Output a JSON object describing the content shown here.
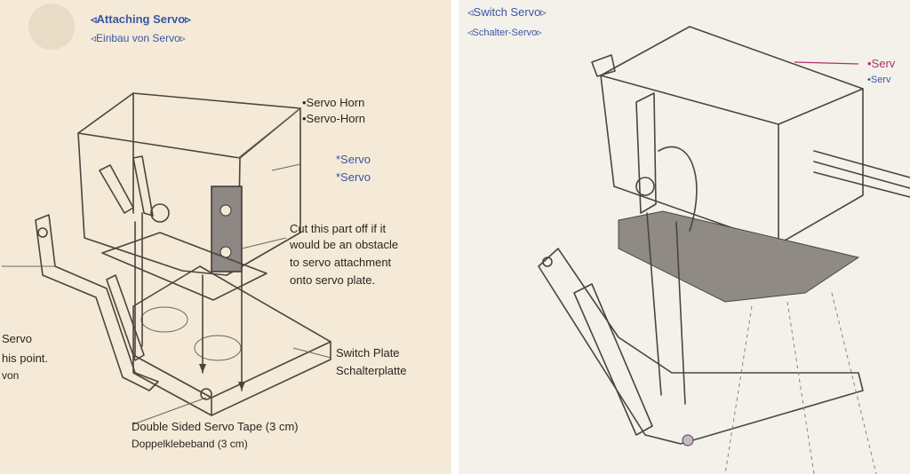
{
  "left": {
    "heading_en": "◃Attaching Servo▹",
    "heading_de": "◃Einbau von Servo▹",
    "servo_horn_en": "•Servo Horn",
    "servo_horn_de": "•Servo-Horn",
    "servo_en": "*Servo",
    "servo_de": "*Servo",
    "cut_line1": "Cut this part off if it",
    "cut_line2": "would be an obstacle",
    "cut_line3": "to servo attachment",
    "cut_line4": "onto servo plate.",
    "side_line1": "Servo",
    "side_line2": "his point.",
    "side_line3": "von",
    "switch_plate_en": "Switch Plate",
    "switch_plate_de": "Schalterplatte",
    "tape_en": "Double Sided Servo Tape (3 cm)",
    "tape_de": "Doppelklebeband (3 cm)"
  },
  "right": {
    "heading_en": "◃Switch Servo▹",
    "heading_de": "◃Schalter-Servo▹",
    "label_en": "•Serv",
    "label_de": "•Serv"
  },
  "colors": {
    "heading_blue": "#3a55a8",
    "paper_left": "#f5ead7",
    "paper_right": "#f4f1ea",
    "ink": "#2a2622",
    "callout_magenta": "#b0306a",
    "tape_gray": "#8f8a85"
  }
}
